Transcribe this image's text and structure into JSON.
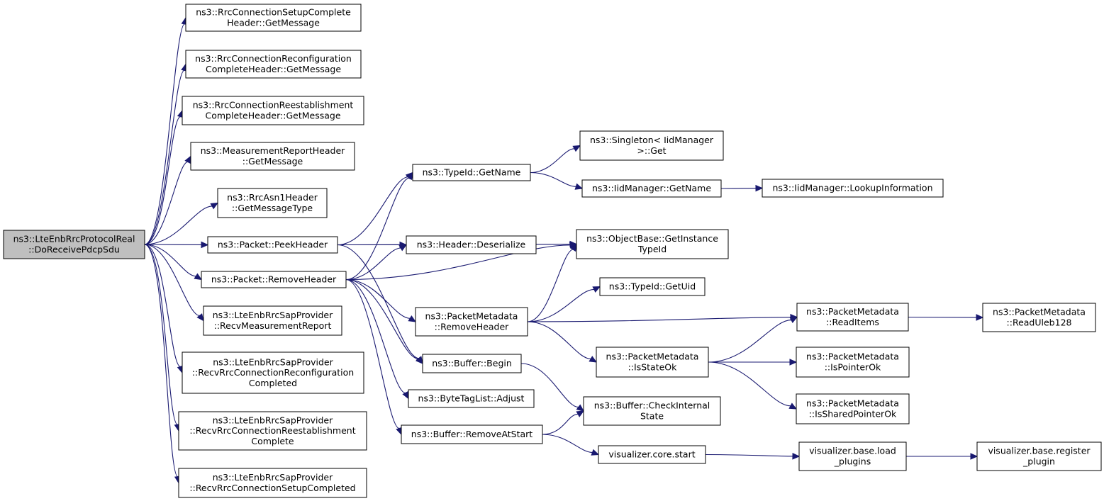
{
  "graph": {
    "edge_color": "#191970",
    "root_fill": "#bfbfbf",
    "node_fill": "#ffffff",
    "nodes": [
      {
        "id": "root",
        "lines": [
          "ns3::LteEnbRrcProtocolReal",
          "::DoReceivePdcpSdu"
        ],
        "root": true
      },
      {
        "id": "n1",
        "lines": [
          "ns3::RrcConnectionSetupComplete",
          "Header::GetMessage"
        ]
      },
      {
        "id": "n2",
        "lines": [
          "ns3::RrcConnectionReconfiguration",
          "CompleteHeader::GetMessage"
        ]
      },
      {
        "id": "n3",
        "lines": [
          "ns3::RrcConnectionReestablishment",
          "CompleteHeader::GetMessage"
        ]
      },
      {
        "id": "n4",
        "lines": [
          "ns3::MeasurementReportHeader",
          "::GetMessage"
        ]
      },
      {
        "id": "n5",
        "lines": [
          "ns3::RrcAsn1Header",
          "::GetMessageType"
        ]
      },
      {
        "id": "n6",
        "lines": [
          "ns3::Packet::PeekHeader"
        ]
      },
      {
        "id": "n7",
        "lines": [
          "ns3::Packet::RemoveHeader"
        ]
      },
      {
        "id": "n8",
        "lines": [
          "ns3::LteEnbRrcSapProvider",
          "::RecvMeasurementReport"
        ]
      },
      {
        "id": "n9",
        "lines": [
          "ns3::LteEnbRrcSapProvider",
          "::RecvRrcConnectionReconfiguration",
          "Completed"
        ]
      },
      {
        "id": "n10",
        "lines": [
          "ns3::LteEnbRrcSapProvider",
          "::RecvRrcConnectionReestablishment",
          "Complete"
        ]
      },
      {
        "id": "n11",
        "lines": [
          "ns3::LteEnbRrcSapProvider",
          "::RecvRrcConnectionSetupCompleted"
        ]
      },
      {
        "id": "n12",
        "lines": [
          "ns3::TypeId::GetName"
        ]
      },
      {
        "id": "n13",
        "lines": [
          "ns3::Header::Deserialize"
        ]
      },
      {
        "id": "n14",
        "lines": [
          "ns3::PacketMetadata",
          "::RemoveHeader"
        ]
      },
      {
        "id": "n15",
        "lines": [
          "ns3::Buffer::Begin"
        ]
      },
      {
        "id": "n16",
        "lines": [
          "ns3::ByteTagList::Adjust"
        ]
      },
      {
        "id": "n17",
        "lines": [
          "ns3::Buffer::RemoveAtStart"
        ]
      },
      {
        "id": "n18",
        "lines": [
          "ns3::Singleton< IidManager",
          " >::Get"
        ]
      },
      {
        "id": "n19",
        "lines": [
          "ns3::IidManager::GetName"
        ]
      },
      {
        "id": "n20",
        "lines": [
          "ns3::IidManager::LookupInformation"
        ]
      },
      {
        "id": "n21",
        "lines": [
          "ns3::ObjectBase::GetInstance",
          "TypeId"
        ]
      },
      {
        "id": "n22",
        "lines": [
          "ns3::TypeId::GetUid"
        ]
      },
      {
        "id": "n23",
        "lines": [
          "ns3::PacketMetadata",
          "::IsStateOk"
        ]
      },
      {
        "id": "n24",
        "lines": [
          "ns3::Buffer::CheckInternal",
          "State"
        ]
      },
      {
        "id": "n25",
        "lines": [
          "visualizer.core.start"
        ]
      },
      {
        "id": "n26",
        "lines": [
          "ns3::PacketMetadata",
          "::ReadItems"
        ]
      },
      {
        "id": "n27",
        "lines": [
          "ns3::PacketMetadata",
          "::IsPointerOk"
        ]
      },
      {
        "id": "n28",
        "lines": [
          "ns3::PacketMetadata",
          "::IsSharedPointerOk"
        ]
      },
      {
        "id": "n29",
        "lines": [
          "visualizer.base.load",
          "_plugins"
        ]
      },
      {
        "id": "n30",
        "lines": [
          "ns3::PacketMetadata",
          "::ReadUleb128"
        ]
      },
      {
        "id": "n31",
        "lines": [
          "visualizer.base.register",
          "_plugin"
        ]
      }
    ],
    "edges": [
      {
        "from": "root",
        "to": "n1"
      },
      {
        "from": "root",
        "to": "n2"
      },
      {
        "from": "root",
        "to": "n3"
      },
      {
        "from": "root",
        "to": "n4"
      },
      {
        "from": "root",
        "to": "n5"
      },
      {
        "from": "root",
        "to": "n6"
      },
      {
        "from": "root",
        "to": "n7"
      },
      {
        "from": "root",
        "to": "n8"
      },
      {
        "from": "root",
        "to": "n9"
      },
      {
        "from": "root",
        "to": "n10"
      },
      {
        "from": "root",
        "to": "n11"
      },
      {
        "from": "n6",
        "to": "n12"
      },
      {
        "from": "n6",
        "to": "n21"
      },
      {
        "from": "n6",
        "to": "n13"
      },
      {
        "from": "n6",
        "to": "n15"
      },
      {
        "from": "n7",
        "to": "n12"
      },
      {
        "from": "n7",
        "to": "n13"
      },
      {
        "from": "n7",
        "to": "n21"
      },
      {
        "from": "n7",
        "to": "n14"
      },
      {
        "from": "n7",
        "to": "n15"
      },
      {
        "from": "n7",
        "to": "n16"
      },
      {
        "from": "n7",
        "to": "n17"
      },
      {
        "from": "n12",
        "to": "n18"
      },
      {
        "from": "n12",
        "to": "n19"
      },
      {
        "from": "n19",
        "to": "n20"
      },
      {
        "from": "n14",
        "to": "n21"
      },
      {
        "from": "n14",
        "to": "n22"
      },
      {
        "from": "n14",
        "to": "n26"
      },
      {
        "from": "n14",
        "to": "n23"
      },
      {
        "from": "n15",
        "to": "n24"
      },
      {
        "from": "n17",
        "to": "n24"
      },
      {
        "from": "n17",
        "to": "n25"
      },
      {
        "from": "n23",
        "to": "n26"
      },
      {
        "from": "n23",
        "to": "n27"
      },
      {
        "from": "n23",
        "to": "n28"
      },
      {
        "from": "n26",
        "to": "n30"
      },
      {
        "from": "n25",
        "to": "n29"
      },
      {
        "from": "n29",
        "to": "n31"
      }
    ]
  }
}
